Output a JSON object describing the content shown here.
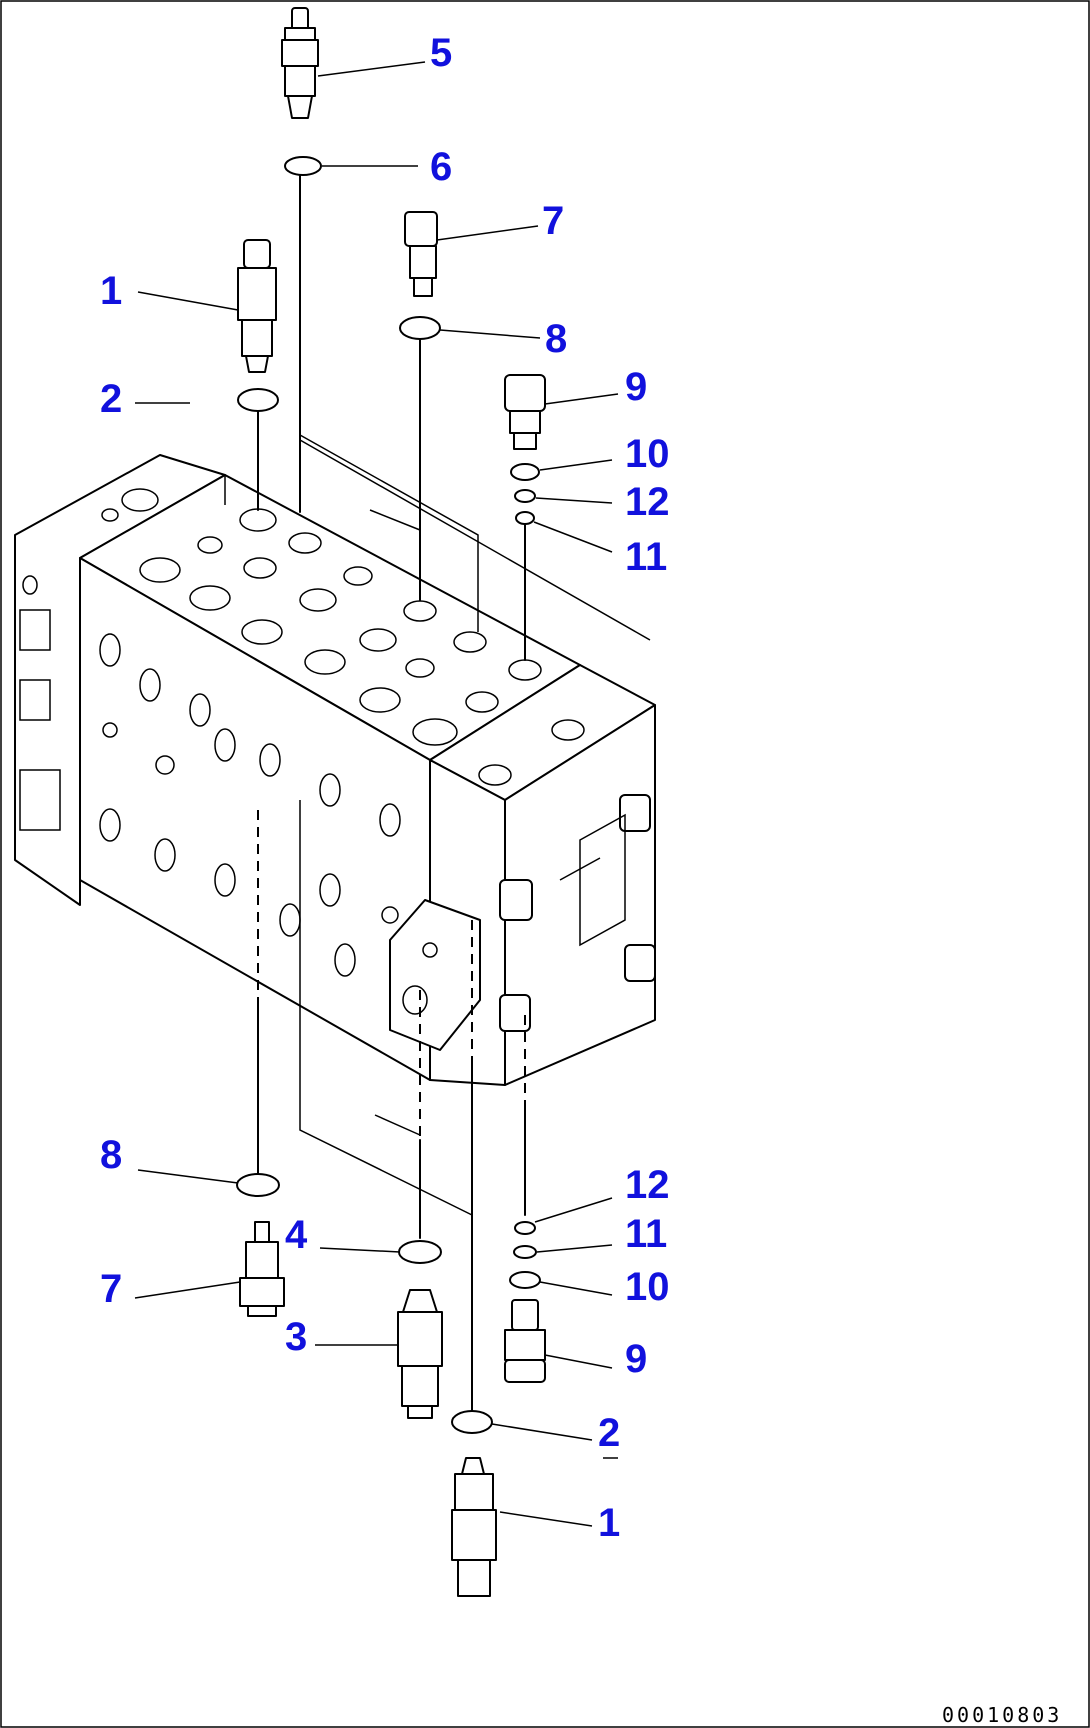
{
  "diagram": {
    "drawing_code": "00010803",
    "callouts": [
      {
        "id": "c5",
        "text": "5"
      },
      {
        "id": "c6",
        "text": "6"
      },
      {
        "id": "c7a",
        "text": "7"
      },
      {
        "id": "c1a",
        "text": "1"
      },
      {
        "id": "c8a",
        "text": "8"
      },
      {
        "id": "c9a",
        "text": "9"
      },
      {
        "id": "c2a",
        "text": "2"
      },
      {
        "id": "c10a",
        "text": "10"
      },
      {
        "id": "c12a",
        "text": "12"
      },
      {
        "id": "c11a",
        "text": "11"
      },
      {
        "id": "c8b",
        "text": "8"
      },
      {
        "id": "c12b",
        "text": "12"
      },
      {
        "id": "c4",
        "text": "4"
      },
      {
        "id": "c11b",
        "text": "11"
      },
      {
        "id": "c7b",
        "text": "7"
      },
      {
        "id": "c10b",
        "text": "10"
      },
      {
        "id": "c3",
        "text": "3"
      },
      {
        "id": "c9b",
        "text": "9"
      },
      {
        "id": "c2b",
        "text": "2"
      },
      {
        "id": "c1b",
        "text": "1"
      }
    ]
  }
}
